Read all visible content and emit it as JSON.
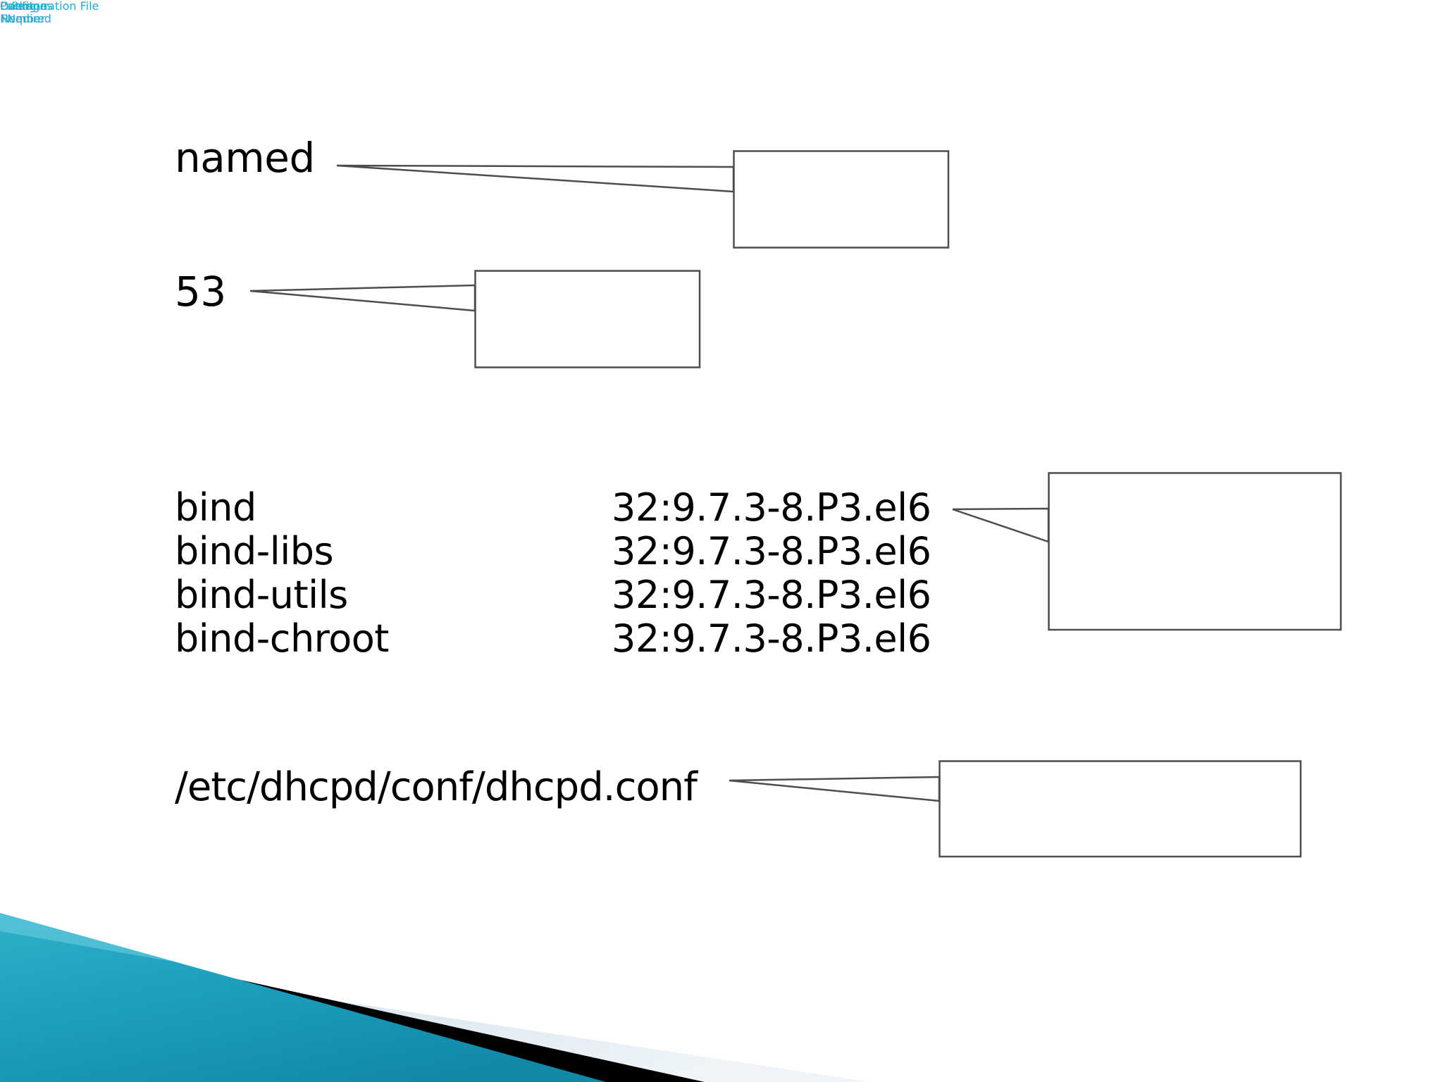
{
  "slide": {
    "background_color": "#ffffff",
    "accent_color": "#29abce",
    "text_color": "#000000",
    "outline_color": "#4d4d4d"
  },
  "entries": {
    "daemon": {
      "value": "named",
      "callout_line1": "Daemon",
      "callout_line2": "Name"
    },
    "port": {
      "value": "53",
      "callout_line1": "Port",
      "callout_line2": "Number"
    },
    "packages": {
      "callout_line1": "Packages",
      "callout_line2": "Required",
      "rows": [
        {
          "name": "bind",
          "version": "32:9.7.3-8.P3.el6"
        },
        {
          "name": "bind-libs",
          "version": "32:9.7.3-8.P3.el6"
        },
        {
          "name": "bind-utils",
          "version": "32:9.7.3-8.P3.el6"
        },
        {
          "name": "bind-chroot",
          "version": "32:9.7.3-8.P3.el6"
        }
      ]
    },
    "config": {
      "value": "/etc/dhcpd/conf/dhcpd.conf",
      "callout_line1": "Configuration File"
    }
  },
  "decoration": {
    "teal_dark": "#1593ae",
    "teal_light": "#3ebcd6",
    "black_band": "#000000",
    "pale_band": "#dce9f0"
  }
}
